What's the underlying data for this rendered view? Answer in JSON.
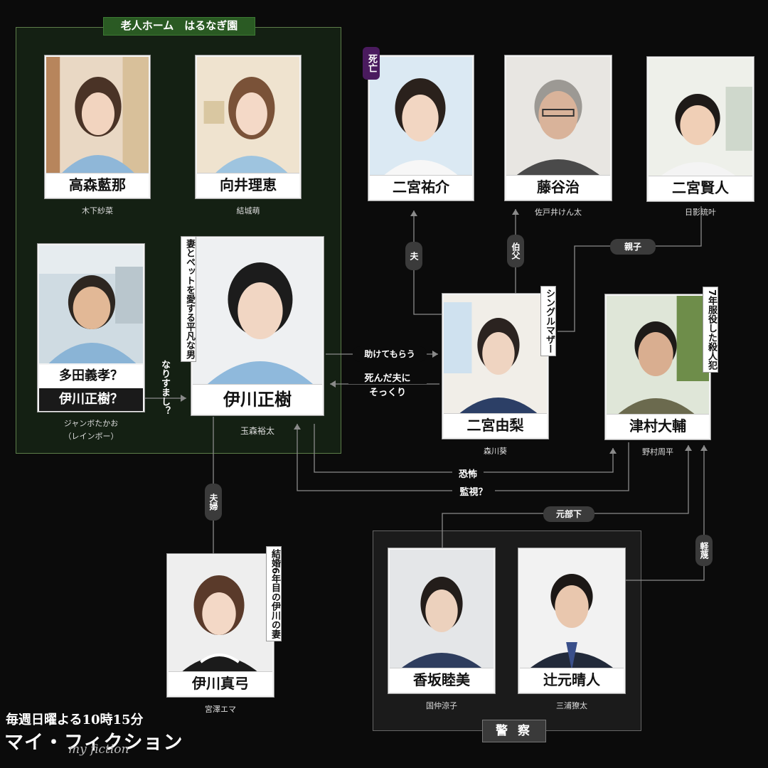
{
  "groups": {
    "nursing_home": "老人ホーム　はるなぎ園",
    "police": "警 察"
  },
  "characters": {
    "takamori": {
      "name": "高森藍那",
      "actor": "木下紗菜"
    },
    "mukai": {
      "name": "向井理恵",
      "actor": "結城萌"
    },
    "tada": {
      "name1": "多田義孝？",
      "name2": "伊川正樹？",
      "actor_line1": "ジャンボたかお",
      "actor_line2": "（レインボー）"
    },
    "ikawa": {
      "name": "伊川正樹",
      "actor": "玉森裕太",
      "tag": "妻とペットを愛する平凡な男"
    },
    "yusuke": {
      "name": "二宮祐介",
      "badge": "死亡"
    },
    "fujitani": {
      "name": "藤谷治",
      "actor": "佐戸井けん太"
    },
    "kento": {
      "name": "二宮賢人",
      "actor": "日影琉叶"
    },
    "yuri": {
      "name": "二宮由梨",
      "actor": "森川葵",
      "tag": "シングルマザー"
    },
    "tsumura": {
      "name": "津村大輔",
      "actor": "野村周平",
      "tag": "7年服役した殺人犯"
    },
    "mayumi": {
      "name": "伊川真弓",
      "actor": "宮澤エマ",
      "tag": "結婚6年目の伊川の妻"
    },
    "kosaka": {
      "name": "香坂睦美",
      "actor": "国仲涼子"
    },
    "tsujimoto": {
      "name": "辻元晴人",
      "actor": "三浦獠太"
    }
  },
  "relations": {
    "narisumashi": "なりすまし？",
    "husband": "夫",
    "uncle": "伯父",
    "parent_child": "親子",
    "help": "助けてもらう",
    "resemble_line1": "死んだ夫に",
    "resemble_line2": "そっくり",
    "fear": "恐怖",
    "watch": "監視？",
    "married": "夫婦",
    "former_subordinate": "元部下",
    "contempt": "軽蔑"
  },
  "footer": {
    "schedule": "毎週日曜よる10時15分",
    "title": "マイ・フィクション",
    "script": "my fiction"
  },
  "colors": {
    "background": "#0b0b0b",
    "nursing_home_frame": "#5d7d4a",
    "nursing_home_label": "#2a5a23",
    "dead_badge": "#4a1b5e"
  }
}
